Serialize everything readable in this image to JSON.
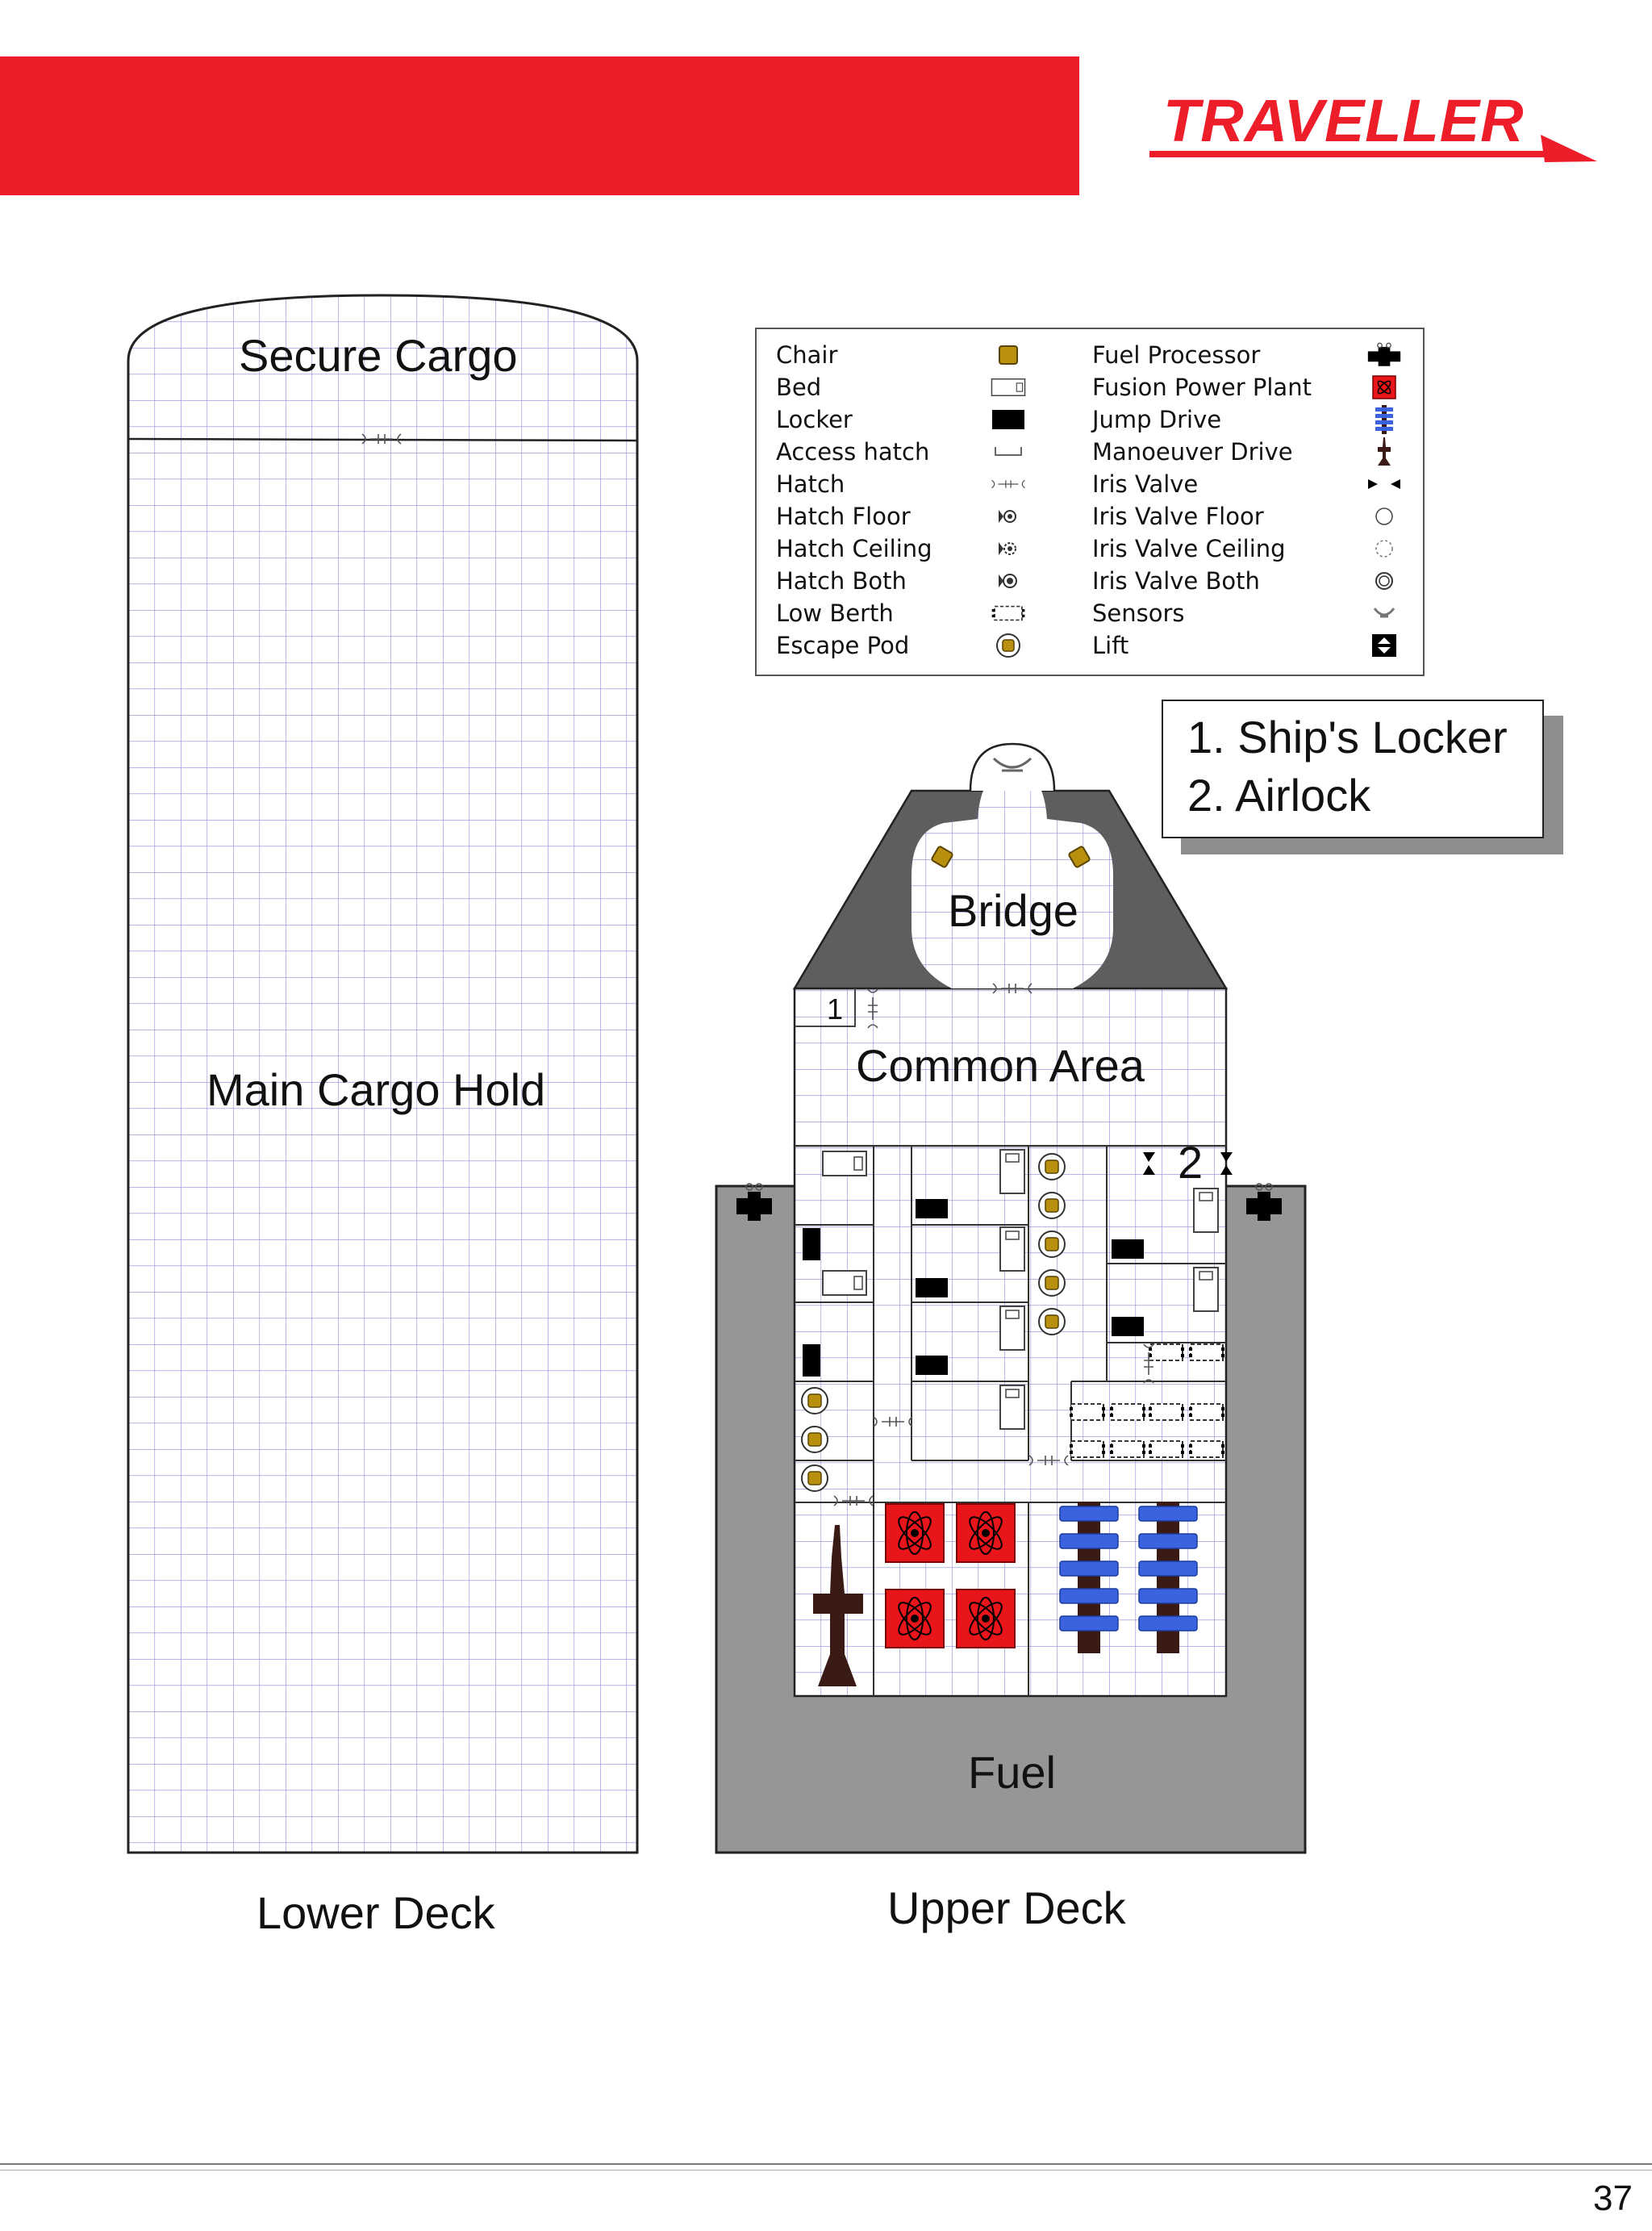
{
  "brand": {
    "logo_text": "TRAVELLER",
    "red": "#ee1d2a"
  },
  "legend": {
    "left": [
      {
        "label": "Chair",
        "icon": "chair-icon"
      },
      {
        "label": "Bed",
        "icon": "bed-icon"
      },
      {
        "label": "Locker",
        "icon": "locker-icon"
      },
      {
        "label": "Access hatch",
        "icon": "access-hatch-icon"
      },
      {
        "label": "Hatch",
        "icon": "hatch-icon"
      },
      {
        "label": "Hatch Floor",
        "icon": "hatch-floor-icon"
      },
      {
        "label": "Hatch Ceiling",
        "icon": "hatch-ceiling-icon"
      },
      {
        "label": "Hatch Both",
        "icon": "hatch-both-icon"
      },
      {
        "label": "Low Berth",
        "icon": "low-berth-icon"
      },
      {
        "label": "Escape Pod",
        "icon": "escape-pod-icon"
      }
    ],
    "right": [
      {
        "label": "Fuel Processor",
        "icon": "fuel-processor-icon"
      },
      {
        "label": "Fusion Power Plant",
        "icon": "fusion-power-plant-icon"
      },
      {
        "label": "Jump Drive",
        "icon": "jump-drive-icon"
      },
      {
        "label": "Manoeuver Drive",
        "icon": "manoeuver-drive-icon"
      },
      {
        "label": "Iris Valve",
        "icon": "iris-valve-icon"
      },
      {
        "label": "Iris Valve Floor",
        "icon": "iris-valve-floor-icon"
      },
      {
        "label": "Iris Valve Ceiling",
        "icon": "iris-valve-ceiling-icon"
      },
      {
        "label": "Iris Valve Both",
        "icon": "iris-valve-both-icon"
      },
      {
        "label": "Sensors",
        "icon": "sensors-icon"
      },
      {
        "label": "Lift",
        "icon": "lift-icon"
      }
    ]
  },
  "notes": [
    "1. Ship's Locker",
    "2. Airlock"
  ],
  "lower_deck": {
    "title": "Lower Deck",
    "secure_cargo": "Secure Cargo",
    "main_hold": "Main Cargo Hold"
  },
  "upper_deck": {
    "title": "Upper Deck",
    "bridge": "Bridge",
    "common_area": "Common Area",
    "fuel": "Fuel",
    "marker_1": "1",
    "marker_2": "2"
  },
  "colors": {
    "grid": "#8a8ad8",
    "hull_gray": "#969696",
    "bridge_gray": "#5e5e60",
    "chair": "#b8900e",
    "power_plant": "#e8151b",
    "jump_drive": "#3b63e0",
    "drive_dark": "#3a1a14"
  },
  "page_number": "37"
}
